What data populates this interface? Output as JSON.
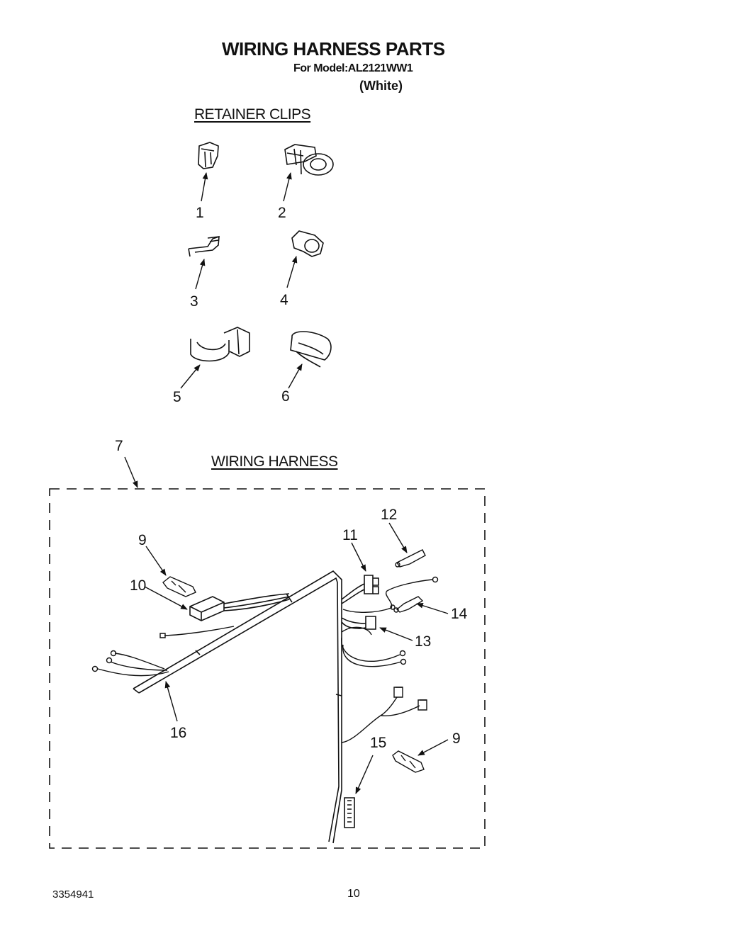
{
  "header": {
    "title": "WIRING HARNESS PARTS",
    "model_line": "For Model:AL2121WW1",
    "color_line": "(White)"
  },
  "sections": {
    "retainer_clips": "RETAINER CLIPS",
    "wiring_harness": "WIRING HARNESS"
  },
  "callouts": {
    "c1": "1",
    "c2": "2",
    "c3": "3",
    "c4": "4",
    "c5": "5",
    "c6": "6",
    "c7": "7",
    "c9a": "9",
    "c9b": "9",
    "c10": "10",
    "c11": "11",
    "c12": "12",
    "c13": "13",
    "c14": "14",
    "c15": "15",
    "c16": "16"
  },
  "footer": {
    "doc_number": "3354941",
    "page_number": "10"
  }
}
